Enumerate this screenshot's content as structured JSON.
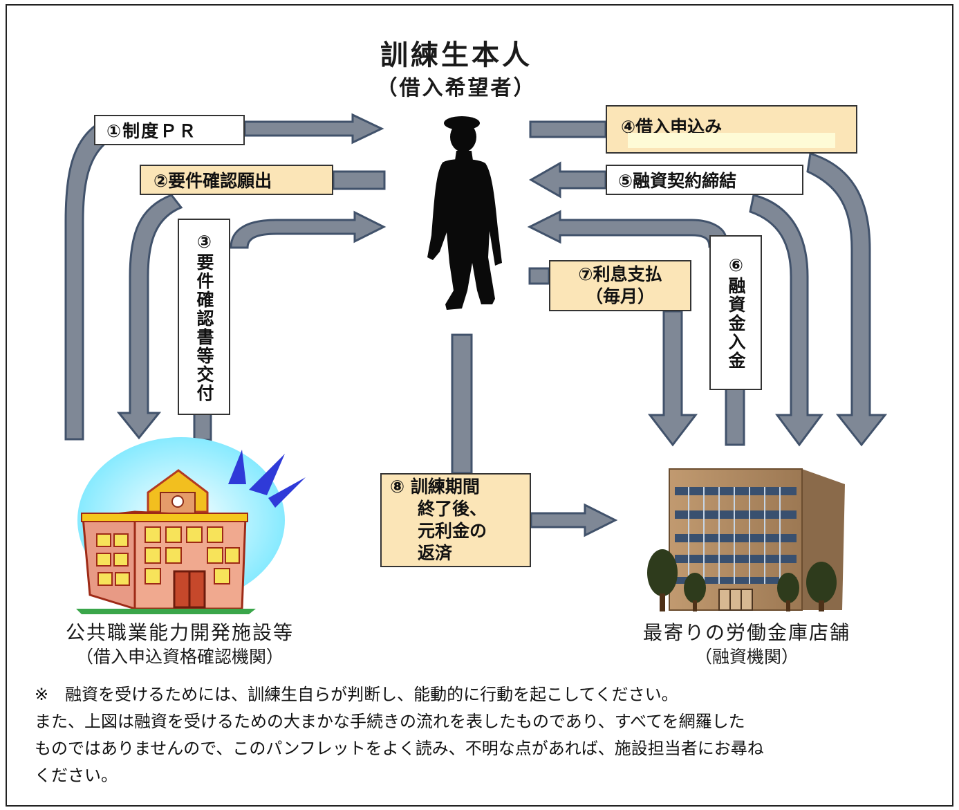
{
  "header": {
    "title": "訓練生本人",
    "subtitle": "（借入希望者）"
  },
  "steps": {
    "s1": "①制度ＰＲ",
    "s2": "②要件確認願出",
    "s3": "③要件確認書等交付",
    "s4": "④借入申込み",
    "s5": "⑤融資契約締結",
    "s6": "⑥融資金入金",
    "s7_line1": "⑦利息支払",
    "s7_line2": "（毎月）",
    "s8_line1": "⑧ 訓練期間",
    "s8_line2": "終了後、",
    "s8_line3": "元利金の",
    "s8_line4": "返済"
  },
  "left_party": {
    "name": "公共職業能力開発施設等",
    "role": "（借入申込資格確認機関）"
  },
  "right_party": {
    "name": "最寄りの労働金庫店舗",
    "role": "（融資機関）"
  },
  "notes": {
    "line1": "※　融資を受けるためには、訓練生自らが判断し、能動的に行動を起こしてください。",
    "line2": "また、上図は融資を受けるための大まかな手続きの流れを表したものであり、すべてを網羅した",
    "line3": "ものではありませんので、このパンフレットをよく読み、不明な点があれば、施設担当者にお尋ね",
    "line4": "ください。"
  },
  "colors": {
    "arrow_fill": "#7f8896",
    "arrow_stroke": "#41526b",
    "tan_box": "#fbe5b7",
    "building_brown": "#b08a63"
  }
}
